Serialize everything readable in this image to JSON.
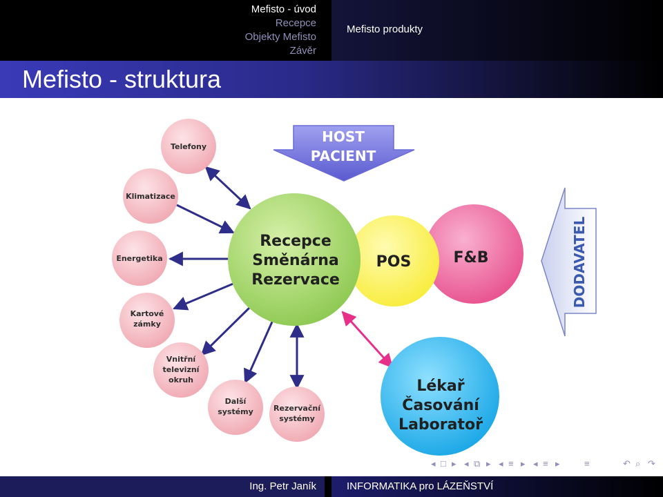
{
  "header": {
    "nav_sections": [
      {
        "label": "Mefisto - úvod",
        "active": true
      },
      {
        "label": "Recepce",
        "active": false
      },
      {
        "label": "Objekty Mefisto",
        "active": false
      },
      {
        "label": "Závěr",
        "active": false
      }
    ],
    "subsection": "Mefisto produkty"
  },
  "slide": {
    "title": "Mefisto - struktura"
  },
  "diagram": {
    "host": {
      "line1": "HOST",
      "line2": "PACIENT"
    },
    "center": {
      "line1": "Recepce",
      "line2": "Směnárna",
      "line3": "Rezervace"
    },
    "pos": "POS",
    "fb": "F&B",
    "supplier": "DODAVATEL",
    "doctor": {
      "line1": "Lékař",
      "line2": "Časování",
      "line3": "Laboratoř"
    },
    "satellites": [
      {
        "lines": [
          "Telefony"
        ]
      },
      {
        "lines": [
          "Klimatizace"
        ]
      },
      {
        "lines": [
          "Energetika"
        ]
      },
      {
        "lines": [
          "Kartové",
          "zámky"
        ]
      },
      {
        "lines": [
          "Vnitřní",
          "televizní",
          "okruh"
        ]
      },
      {
        "lines": [
          "Další",
          "systémy"
        ]
      },
      {
        "lines": [
          "Rezervační",
          "systémy"
        ]
      }
    ],
    "colors": {
      "satellite": "#f4c2c8",
      "center": "#a9d86e",
      "pos": "#fff36a",
      "fb": "#f06ea6",
      "doctor": "#2fb8f0",
      "arrow": "#2e2e8a",
      "pink_arrow": "#e8308a",
      "host_arrow": "#7a7ae0"
    }
  },
  "footer": {
    "author": "Ing. Petr Janík",
    "course": "INFORMATIKA pro LÁZEŇSTVÍ"
  }
}
